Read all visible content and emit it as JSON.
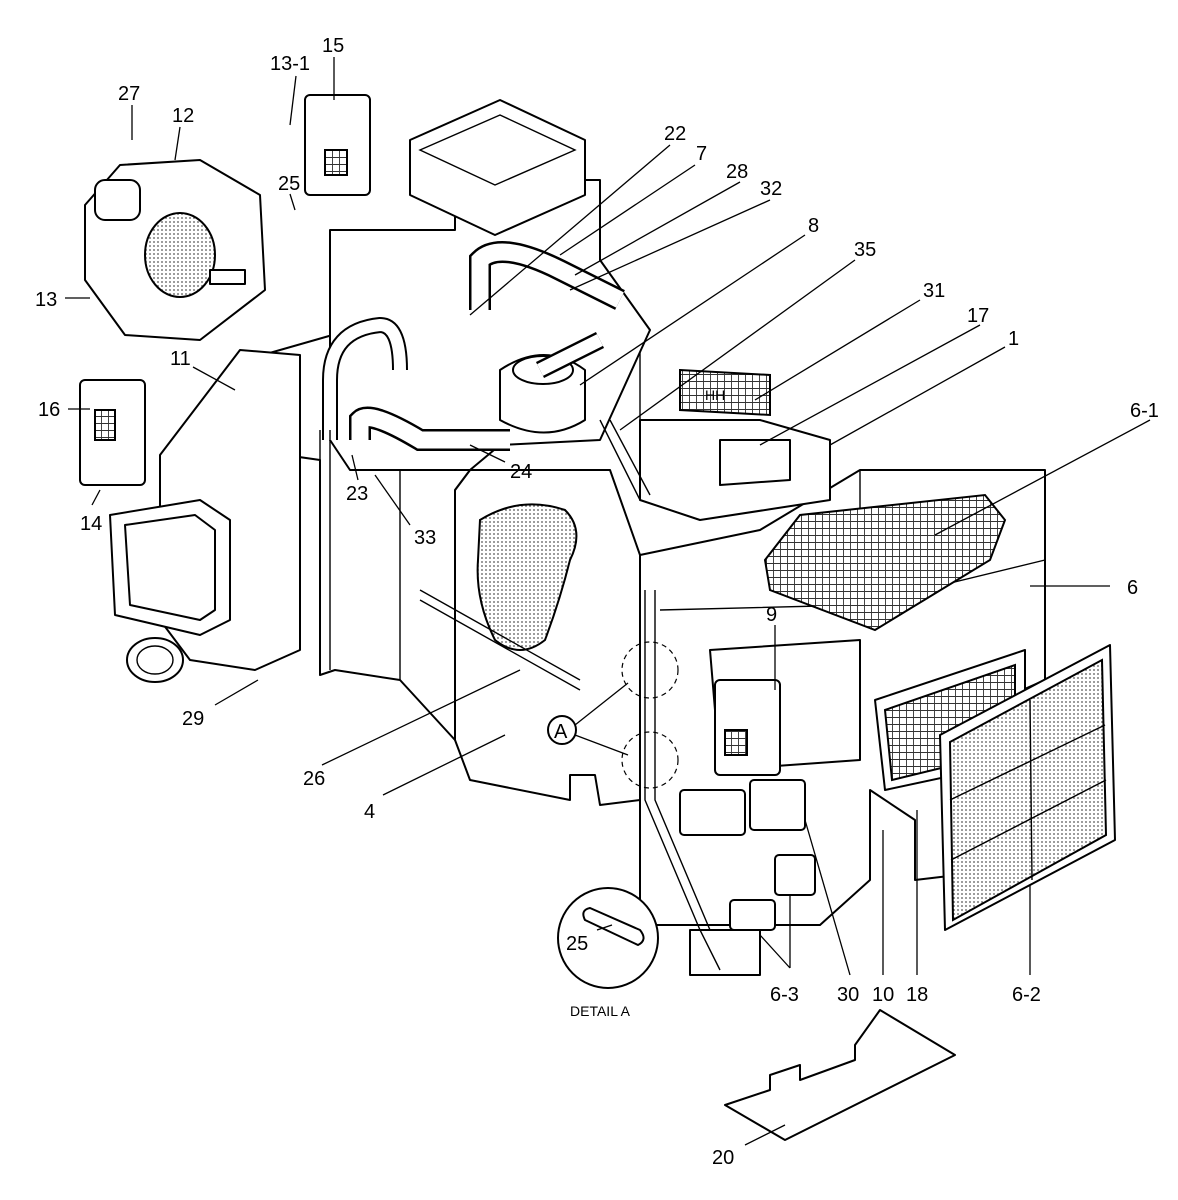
{
  "diagram": {
    "callouts": [
      {
        "id": "c27",
        "label": "27"
      },
      {
        "id": "c12",
        "label": "12"
      },
      {
        "id": "c13",
        "label": "13"
      },
      {
        "id": "c13_1",
        "label": "13-1"
      },
      {
        "id": "c15",
        "label": "15"
      },
      {
        "id": "c25",
        "label": "25"
      },
      {
        "id": "c22",
        "label": "22"
      },
      {
        "id": "c7",
        "label": "7"
      },
      {
        "id": "c28",
        "label": "28"
      },
      {
        "id": "c32",
        "label": "32"
      },
      {
        "id": "c8",
        "label": "8"
      },
      {
        "id": "c35",
        "label": "35"
      },
      {
        "id": "c31",
        "label": "31"
      },
      {
        "id": "c17",
        "label": "17"
      },
      {
        "id": "c1",
        "label": "1"
      },
      {
        "id": "c6_1",
        "label": "6-1"
      },
      {
        "id": "c11",
        "label": "11"
      },
      {
        "id": "c16",
        "label": "16"
      },
      {
        "id": "c14",
        "label": "14"
      },
      {
        "id": "c23",
        "label": "23"
      },
      {
        "id": "c24",
        "label": "24"
      },
      {
        "id": "c33",
        "label": "33"
      },
      {
        "id": "c6",
        "label": "6"
      },
      {
        "id": "c9",
        "label": "9"
      },
      {
        "id": "c29",
        "label": "29"
      },
      {
        "id": "c26",
        "label": "26"
      },
      {
        "id": "c4",
        "label": "4"
      },
      {
        "id": "cA",
        "label": "A"
      },
      {
        "id": "c25b",
        "label": "25"
      },
      {
        "id": "c6_3",
        "label": "6-3"
      },
      {
        "id": "c30",
        "label": "30"
      },
      {
        "id": "c10",
        "label": "10"
      },
      {
        "id": "c18",
        "label": "18"
      },
      {
        "id": "c6_2",
        "label": "6-2"
      },
      {
        "id": "c20",
        "label": "20"
      }
    ],
    "detail_caption": "DETAIL A",
    "label_stamp": "HH"
  }
}
